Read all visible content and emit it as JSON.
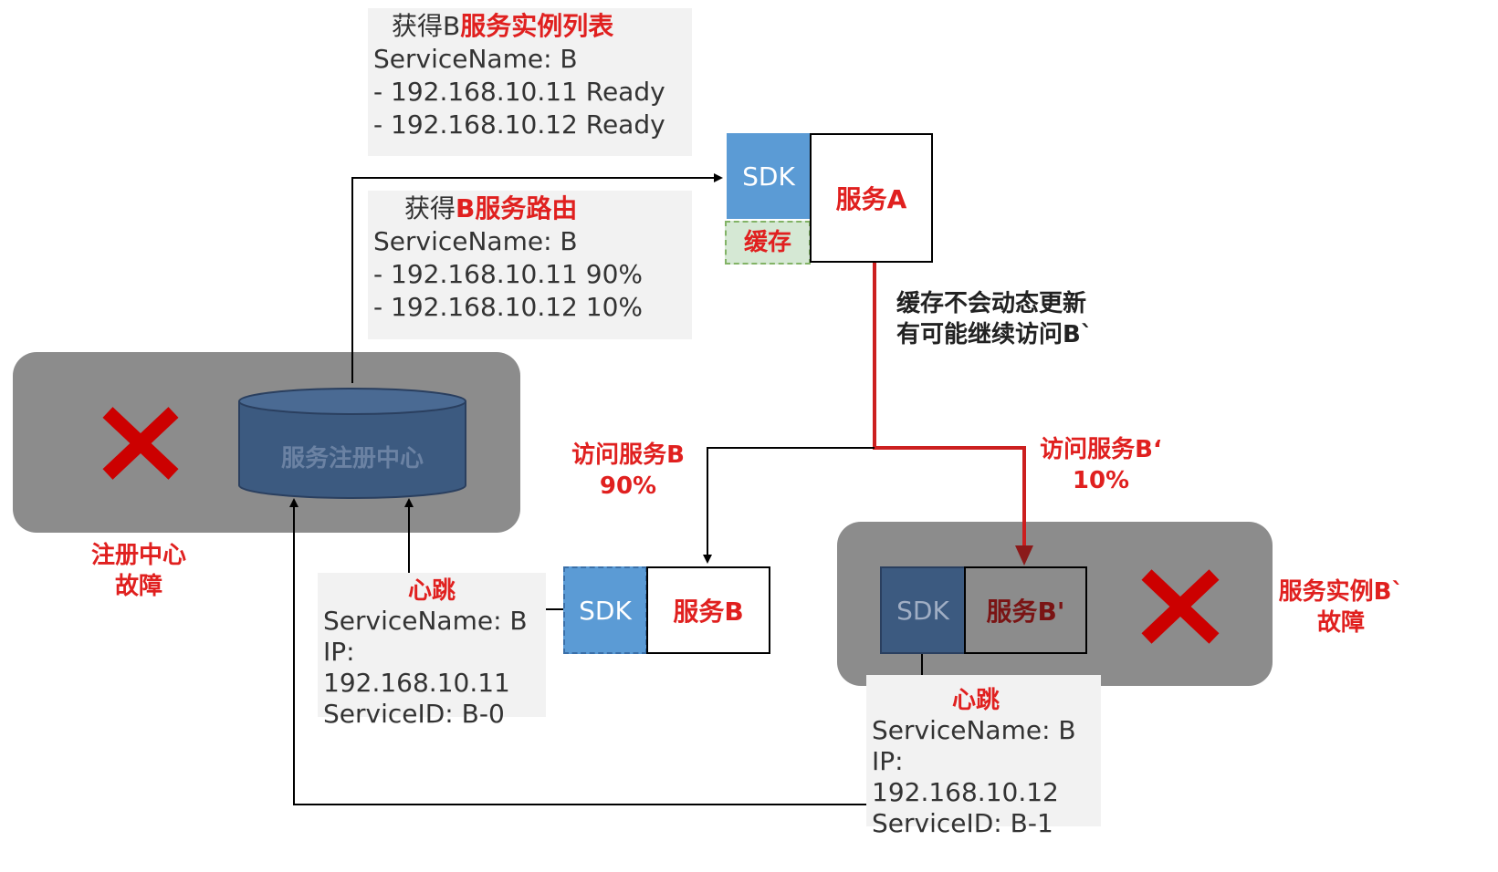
{
  "instance_list": {
    "title_prefix": "获得B",
    "title_highlight": "服务实例列表",
    "service_name": "ServiceName: B",
    "line1": "- 192.168.10.11 Ready",
    "line2": "- 192.168.10.12 Ready"
  },
  "route": {
    "title_prefix": "获得",
    "title_highlight": "B服务路由",
    "service_name": "ServiceName: B",
    "line1": "- 192.168.10.11 90%",
    "line2": "- 192.168.10.12 10%"
  },
  "service_a": {
    "sdk": "SDK",
    "name": "服务A",
    "cache": "缓存"
  },
  "cache_note": {
    "line1": "缓存不会动态更新",
    "line2": "有可能继续访问B`"
  },
  "registry": {
    "name": "服务注册中心",
    "fault_line1": "注册中心",
    "fault_line2": "故障"
  },
  "visit_b": {
    "line1": "访问服务B",
    "line2": "90%"
  },
  "visit_b_prime": {
    "line1": "访问服务B‘",
    "line2": "10%"
  },
  "service_b": {
    "sdk": "SDK",
    "name": "服务B"
  },
  "service_b_prime": {
    "sdk": "SDK",
    "name": "服务B'",
    "fault_line1": "服务实例B`",
    "fault_line2": "故障"
  },
  "heartbeat_b": {
    "title": "心跳",
    "service_name": "ServiceName: B",
    "ip": "IP: 192.168.10.11",
    "service_id": "ServiceID: B-0"
  },
  "heartbeat_b_prime": {
    "title": "心跳",
    "service_name": "ServiceName: B",
    "ip": "IP: 192.168.10.12",
    "service_id": "ServiceID: B-1"
  },
  "colors": {
    "accent_red": "#e0201f",
    "sdk_blue": "#5b9bd5",
    "cache_green": "#d5e8d4",
    "registry_navy": "#3c5a80",
    "fault_gray": "#8c8c8c"
  }
}
